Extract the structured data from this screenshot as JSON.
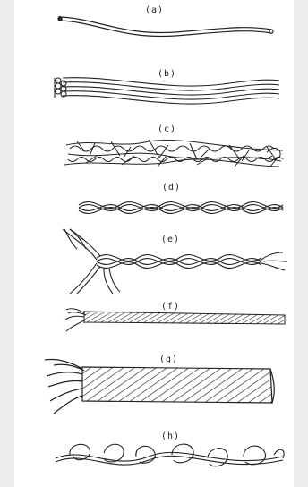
{
  "figure": {
    "labels": [
      "(a)",
      "(b)",
      "(c)",
      "(d)",
      "(e)",
      "(f)",
      "(g)",
      "(h)"
    ]
  }
}
